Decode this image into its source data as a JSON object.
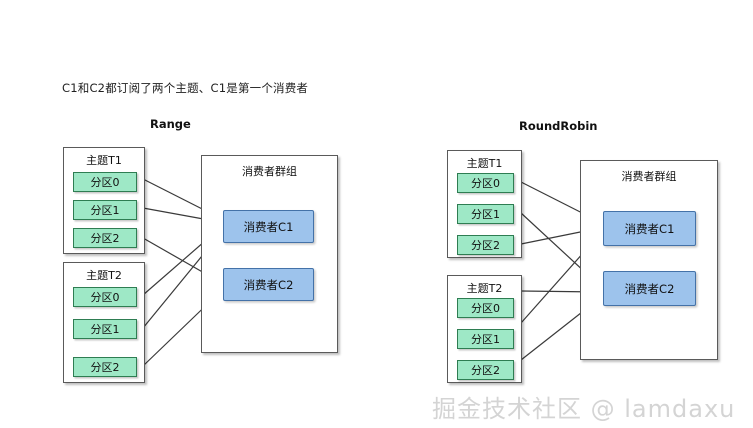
{
  "page": {
    "caption": "C1和C2都订阅了两个主题、C1是第一个消费者",
    "watermark": "掘金技术社区 @ lamdaxu",
    "background_color": "#ffffff"
  },
  "colors": {
    "partition_fill": "#9ee8c6",
    "partition_border": "#2e7d52",
    "consumer_fill": "#9dc3ec",
    "consumer_border": "#4472a8",
    "container_border": "#5a5a5a",
    "arrow": "#3a3a3a",
    "watermark": "#d4d4d4"
  },
  "diagrams": [
    {
      "id": "range",
      "title": "Range",
      "topics": [
        {
          "name": "主题T1",
          "partitions": [
            "分区0",
            "分区1",
            "分区2"
          ]
        },
        {
          "name": "主题T2",
          "partitions": [
            "分区0",
            "分区1",
            "分区2"
          ]
        }
      ],
      "group": {
        "title": "消费者群组",
        "consumers": [
          "消费者C1",
          "消费者C2"
        ]
      },
      "assignments": [
        {
          "from": "T1-P0",
          "to": "C1"
        },
        {
          "from": "T1-P1",
          "to": "C1"
        },
        {
          "from": "T1-P2",
          "to": "C2"
        },
        {
          "from": "T2-P0",
          "to": "C1"
        },
        {
          "from": "T2-P1",
          "to": "C1"
        },
        {
          "from": "T2-P2",
          "to": "C2"
        }
      ]
    },
    {
      "id": "roundrobin",
      "title": "RoundRobin",
      "topics": [
        {
          "name": "主题T1",
          "partitions": [
            "分区0",
            "分区1",
            "分区2"
          ]
        },
        {
          "name": "主题T2",
          "partitions": [
            "分区0",
            "分区1",
            "分区2"
          ]
        }
      ],
      "group": {
        "title": "消费者群组",
        "consumers": [
          "消费者C1",
          "消费者C2"
        ]
      },
      "assignments": [
        {
          "from": "T1-P0",
          "to": "C1"
        },
        {
          "from": "T1-P1",
          "to": "C2"
        },
        {
          "from": "T1-P2",
          "to": "C1"
        },
        {
          "from": "T2-P0",
          "to": "C2"
        },
        {
          "from": "T2-P1",
          "to": "C1"
        },
        {
          "from": "T2-P2",
          "to": "C2"
        }
      ]
    }
  ]
}
